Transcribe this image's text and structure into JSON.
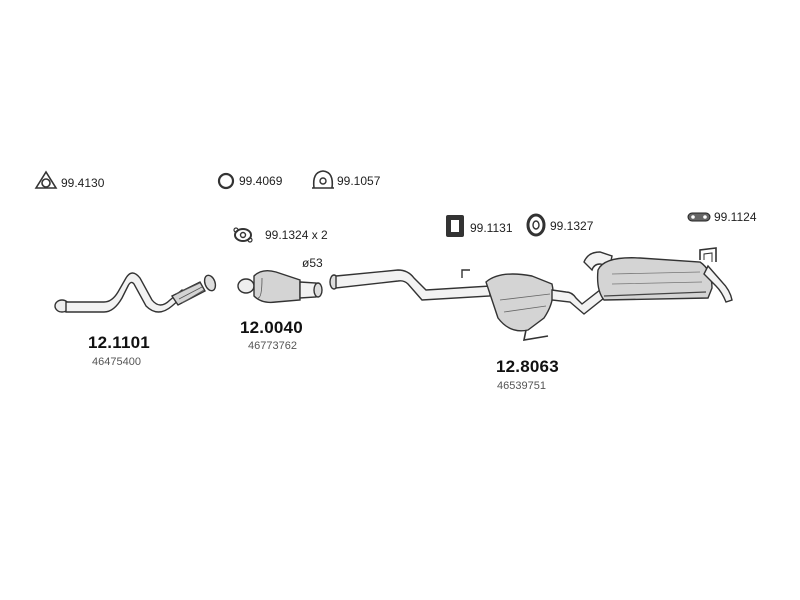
{
  "small_parts": [
    {
      "code": "99.4130",
      "icon": "triangle-gasket-icon"
    },
    {
      "code": "99.4069",
      "icon": "ring-gasket-icon"
    },
    {
      "code": "99.1057",
      "icon": "clamp-icon"
    },
    {
      "code": "99.1324 x 2",
      "icon": "flange-gasket-icon"
    },
    {
      "code": "99.1131",
      "icon": "rubber-hanger-icon"
    },
    {
      "code": "99.1327",
      "icon": "hanger-ring-icon"
    },
    {
      "code": "99.1124",
      "icon": "mounting-strip-icon"
    }
  ],
  "assemblies": [
    {
      "code": "12.1101",
      "oem": "46475400",
      "icon": "front-pipe-icon"
    },
    {
      "code": "12.0040",
      "oem": "46773762",
      "icon": "catalytic-converter-icon",
      "note": "ø53"
    },
    {
      "code": "12.8063",
      "oem": "46539751",
      "icon": "rear-silencer-assembly-icon"
    }
  ]
}
